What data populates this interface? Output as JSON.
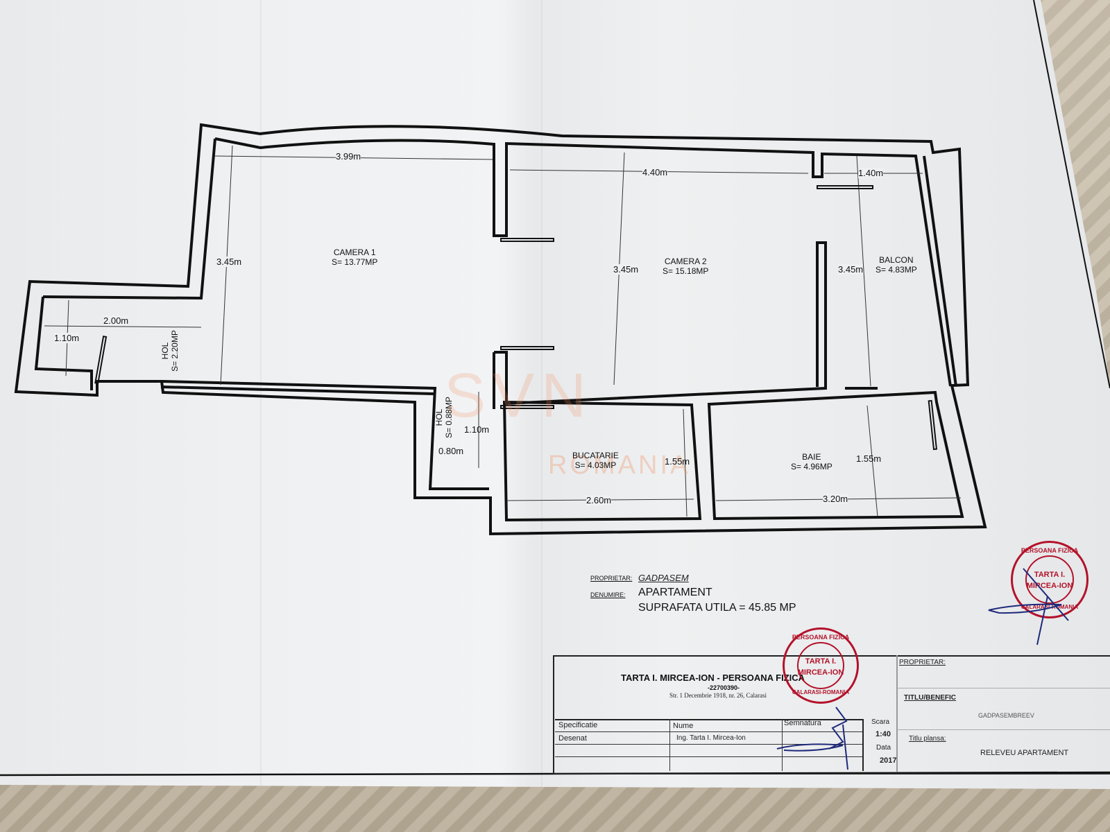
{
  "floor_plan": {
    "rooms": [
      {
        "id": "camera1",
        "name": "CAMERA 1",
        "area": "S= 13.77MP"
      },
      {
        "id": "camera2",
        "name": "CAMERA 2",
        "area": "S= 15.18MP"
      },
      {
        "id": "balcon",
        "name": "BALCON",
        "area": "S= 4.83MP"
      },
      {
        "id": "hol1",
        "name": "HOL",
        "area": "S= 2.20MP"
      },
      {
        "id": "hol2",
        "name": "HOL",
        "area": "S= 0.88MP"
      },
      {
        "id": "bucatarie",
        "name": "BUCATARIE",
        "area": "S= 4.03MP"
      },
      {
        "id": "baie",
        "name": "BAIE",
        "area": "S= 4.96MP"
      }
    ],
    "dimensions": {
      "camera1_width": "3.99m",
      "camera1_height": "3.45m",
      "camera2_width": "4.40m",
      "camera2_height": "3.45m",
      "balcon_width": "1.40m",
      "balcon_height": "3.45m",
      "hol1_width": "2.00m",
      "hol1_height": "1.10m",
      "hol2_width": "0.80m",
      "hol2_height": "1.10m",
      "bucatarie_width": "2.60m",
      "bucatarie_height": "1.55m",
      "baie_width": "3.20m",
      "baie_height": "1.55m"
    }
  },
  "watermark": {
    "logo": "SVN",
    "sub": "ROMANIA"
  },
  "info": {
    "proprietar_label": "PROPRIETAR:",
    "proprietar_value": "GADPASEM",
    "denumire_label": "DENUMIRE:",
    "denumire_value": "APARTAMENT",
    "suprafata": "SUPRAFATA UTILA = 45.85 MP"
  },
  "title_block": {
    "company": "TARTA I. MIRCEA-ION - PERSOANA FIZICA",
    "code": "-22700390-",
    "address": "Str. 1 Decembrie 1918, nr. 26, Calarasi",
    "col_specificatie": "Specificatie",
    "col_nume": "Nume",
    "col_semnatura": "Semnatura",
    "row_desenat": "Desenat",
    "row_desenat_name": "Ing. Tarta I. Mircea-Ion",
    "scara_label": "Scara",
    "scara_value": "1:40",
    "data_label": "Data",
    "data_value": "2017",
    "proprietar_label": "PROPRIETAR:",
    "beneficiar_label": "TITLU/BENEFIC",
    "beneficiar_value": "GADPASEMBREEV",
    "titlu_label": "Titlu plansa:",
    "titlu_value": "RELEVEU APARTAMENT"
  },
  "stamps": [
    {
      "top": "PERSOANA FIZICA",
      "line1": "TARTA I.",
      "line2": "MIRCEA-ION",
      "bottom": "CALARASI-ROMANIA"
    },
    {
      "top": "PERSOANA FIZICA",
      "line1": "TARTA I.",
      "line2": "MIRCEA-ION",
      "bottom": "CALARASI-ROMANIA"
    }
  ],
  "colors": {
    "stamp": "#b3122a",
    "ink": "#111111",
    "watermark": "#f08c5a",
    "signature": "#1e2a7a"
  }
}
